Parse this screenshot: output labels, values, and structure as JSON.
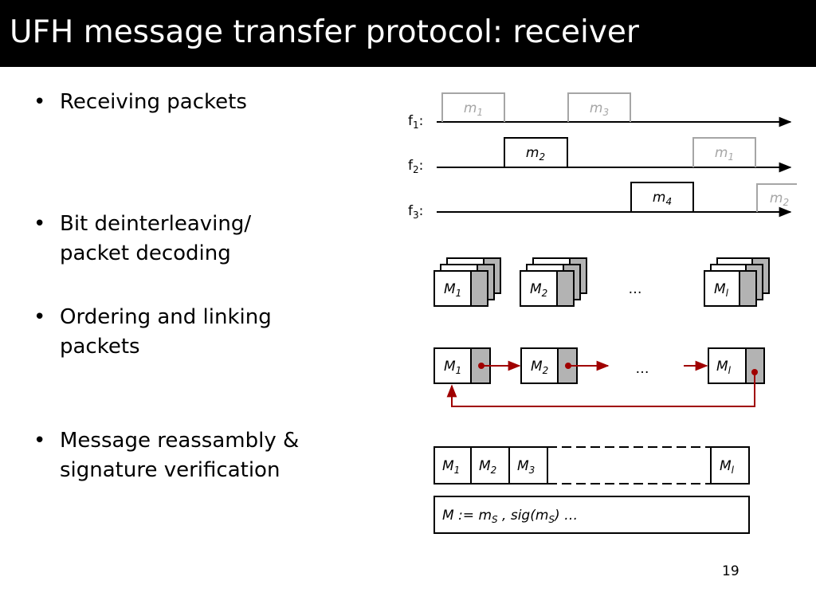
{
  "slide": {
    "title": "UFH message transfer protocol: receiver",
    "page_number": "19"
  },
  "bullets": [
    {
      "lines": [
        "Receiving packets"
      ]
    },
    {
      "lines": [
        "Bit deinterleaving/",
        "packet decoding"
      ]
    },
    {
      "lines": [
        "Ordering and linking",
        "packets"
      ]
    },
    {
      "lines": [
        "Message reassambly &",
        "signature verification"
      ]
    }
  ],
  "bullet_symbol": "•",
  "diagram": {
    "colors": {
      "line": "#000000",
      "faded": "#a6a6a6",
      "gray_fill": "#b3b3b3",
      "link": "#a00000"
    },
    "frequencies": [
      {
        "label": "f",
        "sub": "1",
        "suffix": ":",
        "packets": [
          {
            "m": "m",
            "sub": "1",
            "faded": true
          },
          {
            "m": "m",
            "sub": "3",
            "faded": true
          }
        ]
      },
      {
        "label": "f",
        "sub": "2",
        "suffix": ":",
        "packets": [
          {
            "m": "m",
            "sub": "2",
            "faded": false
          },
          {
            "m": "m",
            "sub": "1",
            "faded": true
          }
        ]
      },
      {
        "label": "f",
        "sub": "3",
        "suffix": ":",
        "packets": [
          {
            "m": "m",
            "sub": "4",
            "faded": false
          },
          {
            "m": "m",
            "sub": "2",
            "faded": true
          }
        ]
      }
    ],
    "decoded_stacks": [
      {
        "m": "M",
        "sub": "1"
      },
      {
        "m": "M",
        "sub": "2"
      },
      {
        "m": "M",
        "sub": "l"
      }
    ],
    "decoded_ellipsis": "…",
    "linked": [
      {
        "m": "M",
        "sub": "1"
      },
      {
        "m": "M",
        "sub": "2"
      },
      {
        "m": "M",
        "sub": "l"
      }
    ],
    "linked_ellipsis": "…",
    "reassembled": [
      {
        "m": "M",
        "sub": "1"
      },
      {
        "m": "M",
        "sub": "2"
      },
      {
        "m": "M",
        "sub": "3"
      },
      {
        "m": "M",
        "sub": "l"
      }
    ],
    "signature": {
      "prefix": "M := m",
      "sub1": "S",
      "middle": " , sig(m",
      "sub2": "S",
      "suffix": ") …"
    }
  }
}
